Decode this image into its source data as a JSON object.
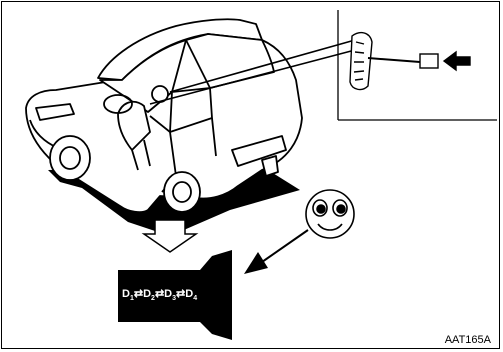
{
  "diagram": {
    "shift_sequence": {
      "d1": "D",
      "d1_sub": "1",
      "d2": "D",
      "d2_sub": "2",
      "d3": "D",
      "d3_sub": "3",
      "d4": "D",
      "d4_sub": "4",
      "arrow": "⇄"
    },
    "reference_code": "AAT165A"
  },
  "colors": {
    "ink": "#000000",
    "paper": "#ffffff"
  }
}
